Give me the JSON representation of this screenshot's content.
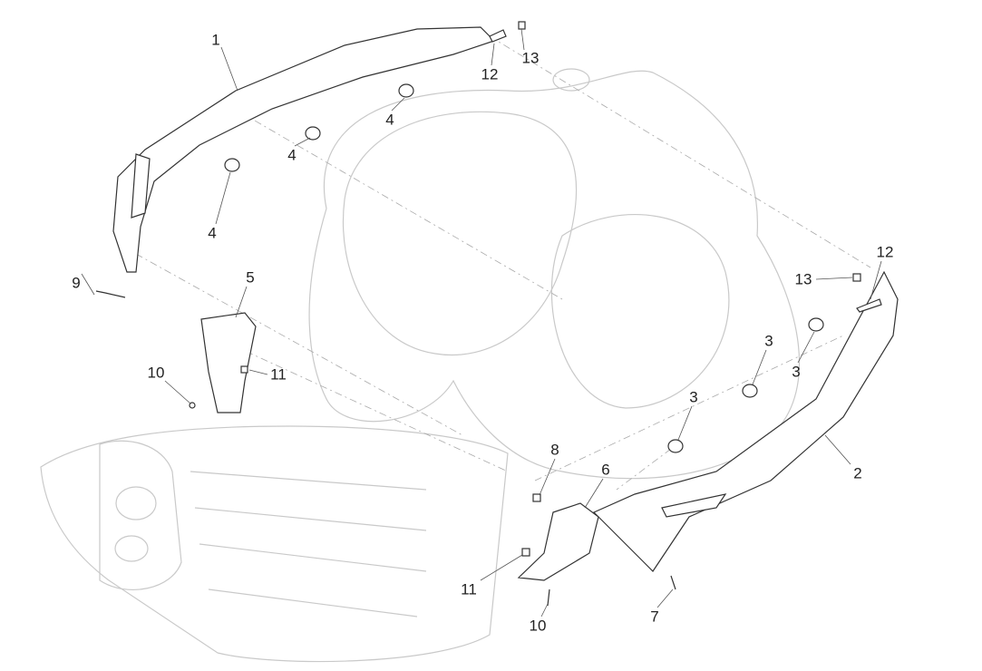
{
  "title": "Side cowls / body panels exploded view",
  "callouts": [
    "1",
    "13",
    "12",
    "4",
    "4",
    "4",
    "9",
    "5",
    "10",
    "11",
    "13",
    "12",
    "3",
    "3",
    "3",
    "8",
    "6",
    "2",
    "11",
    "10",
    "7"
  ],
  "colors": {
    "line": "#333333",
    "ghost": "#c9c9c9",
    "text": "#222222"
  }
}
